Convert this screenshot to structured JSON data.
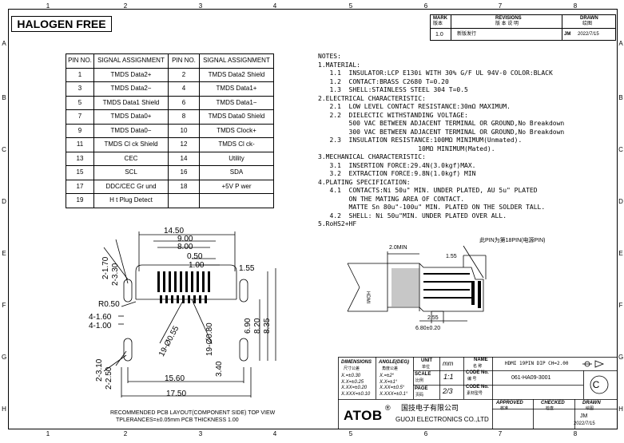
{
  "zones": {
    "top": [
      "1",
      "2",
      "3",
      "4",
      "5",
      "6",
      "7",
      "8"
    ],
    "side": [
      "A",
      "B",
      "C",
      "D",
      "E",
      "F",
      "G",
      "H"
    ]
  },
  "halogen_free": "HALOGEN FREE",
  "pin_table": {
    "headers": [
      "PIN NO.",
      "SIGNAL ASSIGNMENT",
      "PIN NO.",
      "SIGNAL ASSIGNMENT"
    ],
    "rows": [
      [
        "1",
        "TMDS Data2+",
        "2",
        "TMDS Data2 Shield"
      ],
      [
        "3",
        "TMDS Data2−",
        "4",
        "TMDS Data1+"
      ],
      [
        "5",
        "TMDS Data1 Shield",
        "6",
        "TMDS Data1−"
      ],
      [
        "7",
        "TMDS Data0+",
        "8",
        "TMDS Data0 Shield"
      ],
      [
        "9",
        "TMDS Data0−",
        "10",
        "TMDS Clock+"
      ],
      [
        "11",
        "TMDS Cl ck Shield",
        "12",
        "TMDS Cl ck-"
      ],
      [
        "13",
        "CEC",
        "14",
        "Utility"
      ],
      [
        "15",
        "SCL",
        "16",
        "SDA"
      ],
      [
        "17",
        "DDC/CEC Gr und",
        "18",
        "+5V P wer"
      ],
      [
        "19",
        "H t Plug Detect",
        "",
        ""
      ]
    ]
  },
  "notes": [
    "NOTES:",
    "1.MATERIAL:",
    "   1.1  INSULATOR:LCP E130i WITH 30% G/F UL 94V-0 COLOR:BLACK",
    "   1.2  CONTACT:BRASS C2680 T=0.20",
    "   1.3  SHELL:STAINLESS STEEL 304 T=0.5",
    "2.ELECTRICAL CHARACTERISTIC:",
    "   2.1  LOW LEVEL CONTACT RESISTANCE:30mΩ MAXIMUM.",
    "   2.2  DIELECTIC WITHSTANDING VOLTAGE:",
    "        500 VAC BETWEEN ADJACENT TERMINAL OR GROUND,No Breakdown",
    "        300 VAC BETWEEN ADJACENT TERMINAL OR GROUND,No Breakdown",
    "   2.3  INSULATION RESISTANCE:100MΩ MINIMUM(Unmated).",
    "                          10MΩ MINIMUM(Mated).",
    "3.MECHANICAL CHARACTERISTIC:",
    "   3.1  INSERTION FORCE:29.4N(3.0kgf)MAX.",
    "   3.2  EXTRACTION FORCE:9.8N(1.0kgf) MIN",
    "4.PLATING SPECIFICATION:",
    "   4.1  CONTACTS:Ni 50u\" MIN. UNDER PLATED, AU 5u\" PLATED",
    "        ON THE MATING AREA OF CONTACT.",
    "        MATTE Sn 80u\"-100u\" MIN. PLATED ON THE SOLDER TALL.",
    "   4.2  SHELL: Ni 50u\"MIN. UNDER PLATED OVER ALL.",
    "5.RoHS2+HF"
  ],
  "revisions": {
    "mark_label": "MARK",
    "mark_cn": "版本",
    "rev_label": "REVISIONS",
    "rev_cn": "版 本 说 明",
    "drawn_label": "DRAWN",
    "drawn_cn": "绘图",
    "version": "1.0",
    "desc": "新版发行",
    "drawn": "JM",
    "date": "2022/7/15"
  },
  "pcb_dims": {
    "top": [
      "14.50",
      "9.00",
      "8.00",
      "0.50",
      "1.00"
    ],
    "left": [
      "2-1.70",
      "2-3.30",
      "R0.50",
      "4-1.60",
      "4-1.00",
      "2-3.10",
      "2-2.50"
    ],
    "right": [
      "1.55",
      "6.90",
      "8.20",
      "8.35"
    ],
    "diag": [
      "19-Ø0.55",
      "19-Ø0.80"
    ],
    "other": [
      "3.40"
    ],
    "bottom": [
      "15.60",
      "17.50"
    ]
  },
  "pcb_caption": [
    "RECOMMENDED PCB LAYOUT(COMPONENT SIDE) TOP VIEW",
    "TPLERANCES=±0.05mm PCB THICKNESS 1.00"
  ],
  "side_view": {
    "note": "此PIN为第18PIN(电源PIN)",
    "dims": [
      "2.0MIN",
      "1.55",
      "2.55",
      "6.80±0.20"
    ],
    "label": "HDMI"
  },
  "title_block": {
    "dimensions_label": "DIMENSIONS",
    "dimensions_cn": "尺寸公差",
    "angle_label": "ANGLE(DEG)",
    "angle_cn": "角度公差",
    "tolerances": [
      [
        "X.=±0.30",
        "X.=±2°"
      ],
      [
        "X.X=±0.25",
        "X.X=±1°"
      ],
      [
        "X.XX=±0.20",
        "X.XX=±0.5°"
      ],
      [
        "X.XXX=±0.10",
        "X.XXX=±0.1°"
      ]
    ],
    "unit_label": "UNIT",
    "unit_cn": "单位",
    "unit": "mm",
    "name_label": "NAME",
    "name_cn": "名 称",
    "name": "HDMI 19PIN DIP CH=2.00",
    "scale_label": "SCALE",
    "scale_cn": "比例",
    "scale": "1:1",
    "code_label": "CODE No.",
    "code_cn": "编 号",
    "code": "061-HA09-3001",
    "page_label": "PAGE",
    "page_cn": "页码",
    "page": "2/3",
    "code2_label": "CODE No.",
    "code2_cn": "素材型号",
    "company_logo": "ATOB",
    "company_cn": "国技电子有限公司",
    "company_en": "GUOJI ELECTRONICS CO.,LTD",
    "approved_label": "APPROVED",
    "approved_cn": "核准",
    "checked_label": "CHECKED",
    "checked_cn": "检查",
    "drawn_label": "DRAWN",
    "drawn_cn": "绘图",
    "drawn": "JM",
    "drawn_date": "2022/7/15",
    "c_mark": "C"
  }
}
